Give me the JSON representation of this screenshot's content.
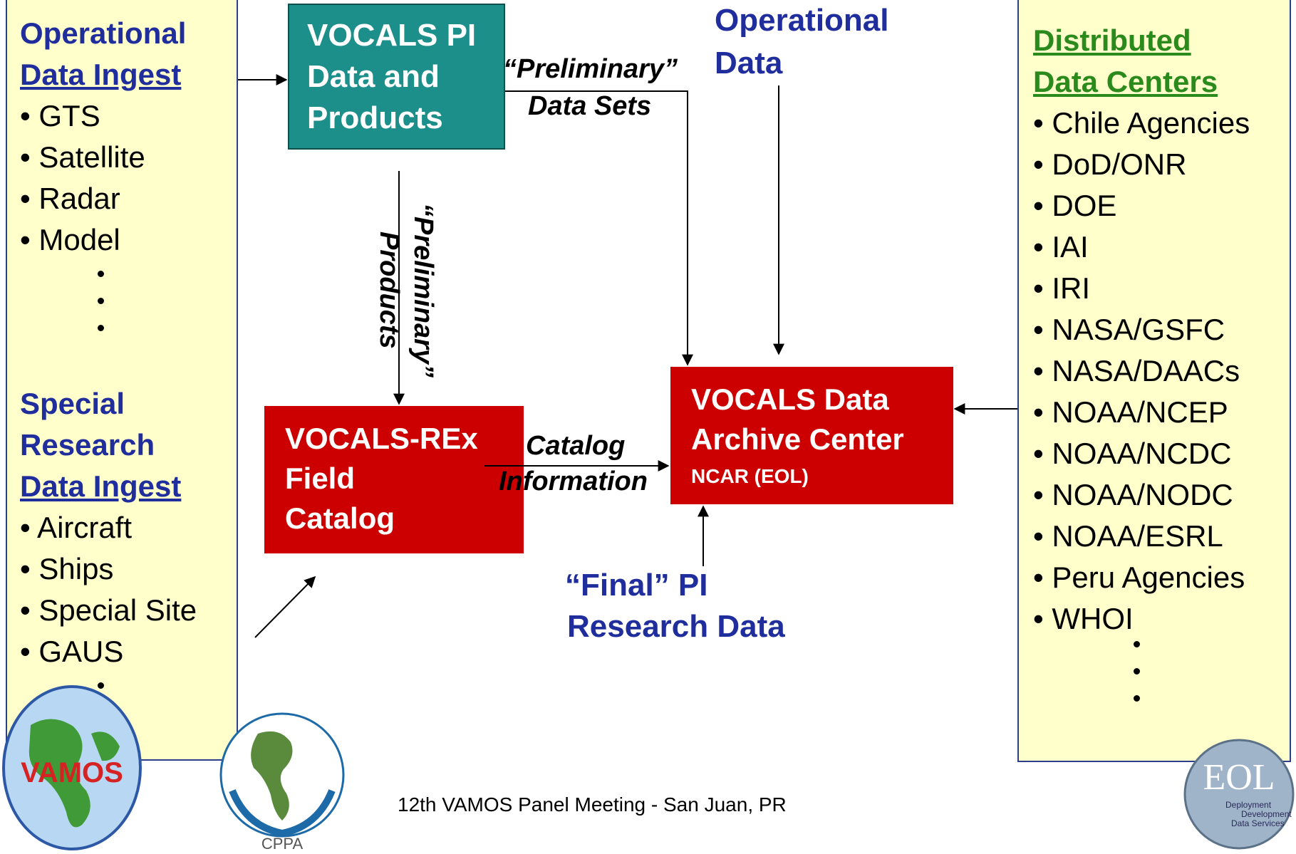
{
  "left_panel": {
    "title1_line1": "Operational",
    "title1_line2": "Data Ingest",
    "items1": [
      "• GTS",
      "• Satellite",
      "• Radar",
      "• Model"
    ],
    "title2_line1": "Special",
    "title2_line2": "Research",
    "title2_line3": "Data Ingest",
    "items2": [
      "• Aircraft",
      "• Ships",
      "• Special Site",
      "• GAUS"
    ]
  },
  "teal_box": {
    "line1": "VOCALS PI",
    "line2": "Data and",
    "line3": "Products"
  },
  "field_catalog_box": {
    "line1": "VOCALS-REx",
    "line2": "Field",
    "line3": "Catalog"
  },
  "archive_box": {
    "line1": "VOCALS Data",
    "line2": "Archive Center",
    "line3": "NCAR (EOL)"
  },
  "labels": {
    "preliminary_datasets_1": "“Preliminary”",
    "preliminary_datasets_2": "Data Sets",
    "preliminary_products_1": "“Preliminary”",
    "preliminary_products_2": "Products",
    "catalog_1": "Catalog",
    "catalog_2": "Information",
    "operational_1": "Operational",
    "operational_2": "Data",
    "final_1": "“Final” PI",
    "final_2": "Research Data"
  },
  "right_panel": {
    "title_line1": "Distributed",
    "title_line2": "Data Centers",
    "items": [
      "• Chile Agencies",
      "• DoD/ONR",
      "• DOE",
      "• IAI",
      "• IRI",
      "• NASA/GSFC",
      "• NASA/DAACs",
      "• NOAA/NCEP",
      "• NOAA/NCDC",
      "• NOAA/NODC",
      "• NOAA/ESRL",
      "• Peru Agencies",
      "• WHOI"
    ]
  },
  "logos": {
    "vamos": "VAMOS",
    "cppa": "CPPA",
    "eol": "EOL",
    "eol_sub1": "Deployment",
    "eol_sub2": "Development",
    "eol_sub3": "Data Services"
  },
  "footer": "12th VAMOS Panel Meeting - San Juan, PR"
}
